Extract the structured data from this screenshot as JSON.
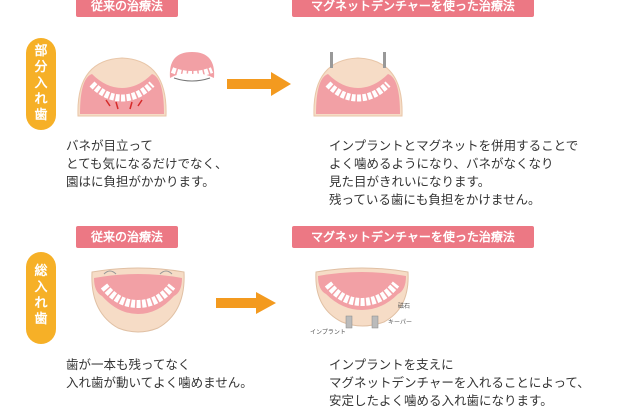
{
  "section1": {
    "side_label": "部分入れ歯",
    "tag_left": "従来の治療法",
    "tag_right": "マグネットデンチャーを使った治療法",
    "desc_left": "バネが目立って\nとても気になるだけでなく、\n園はに負担がかかります。",
    "desc_right": "インプラントとマグネットを併用することで\nよく噛めるようになり、バネがなくなり\n見た目がきれいになります。\n残っている歯にも負担をかけません。"
  },
  "section2": {
    "side_label": "総入れ歯",
    "tag_left": "従来の治療法",
    "tag_right": "マグネットデンチャーを使った治療法",
    "desc_left": "歯が一本も残ってなく\n入れ歯が動いてよく噛めません。",
    "desc_right": "インプラントを支えに\nマグネットデンチャーを入れることによって、\n安定したよく噛める入れ歯になります。",
    "label_magnet": "磁石",
    "label_keeper": "キーパー",
    "label_implant": "インプラント"
  },
  "colors": {
    "tag": "#ec7884",
    "side": "#f6b027",
    "arrow": "#f39a1f",
    "gum": "#f2a0a5",
    "palate": "#f6dcc6"
  }
}
